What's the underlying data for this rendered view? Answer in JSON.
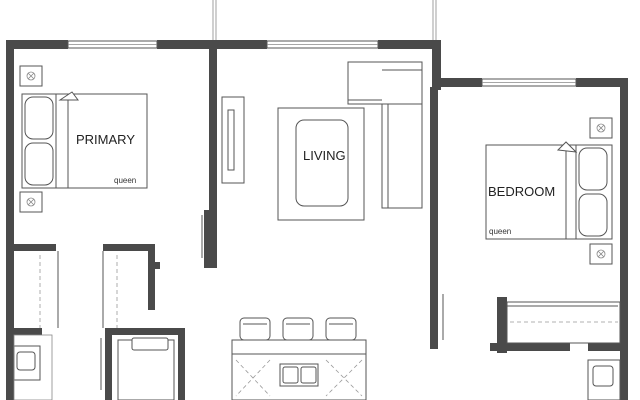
{
  "rooms": {
    "primary": {
      "label": "PRIMARY",
      "bed": "queen"
    },
    "living": {
      "label": "LIVING"
    },
    "bedroom": {
      "label": "BEDROOM",
      "bed": "queen"
    }
  },
  "colors": {
    "wall": "#4a4a4a",
    "line": "#555555",
    "background": "#ffffff"
  }
}
